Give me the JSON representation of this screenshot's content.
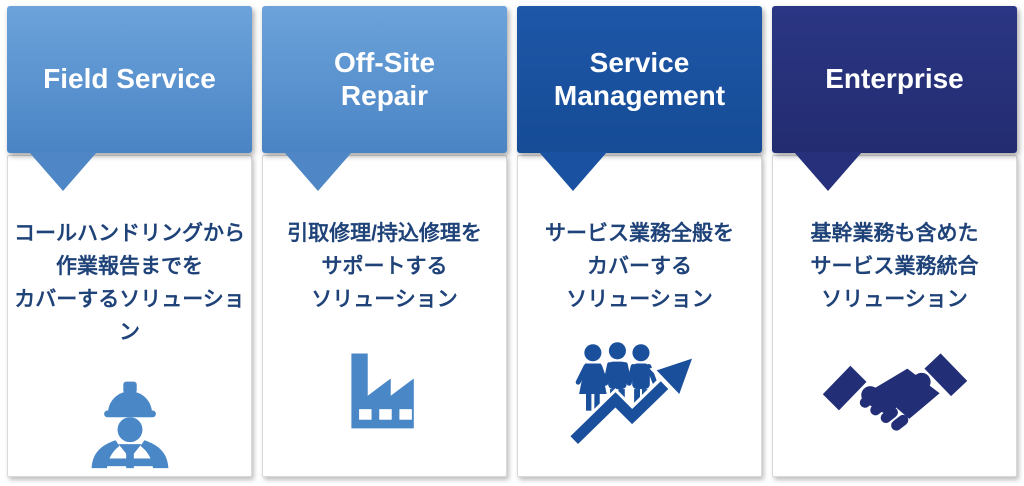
{
  "page": {
    "background": "#FFFFFF",
    "text_color": "#1F4379",
    "card_border": "#D9D9D9"
  },
  "columns": [
    {
      "id": "field-service",
      "title": "Field Service",
      "description": "コールハンドリングから\n作業報告までを\nカバーするソリューション",
      "icon": "worker-icon",
      "colors": {
        "header_top": "#6CA3DB",
        "header_bottom": "#4A84C4",
        "pointer": "#4E86C6",
        "icon": "#4A87C7"
      }
    },
    {
      "id": "off-site-repair",
      "title": "Off-Site\nRepair",
      "description": "引取修理/持込修理を\nサポートする\nソリューション",
      "icon": "factory-icon",
      "colors": {
        "header_top": "#6CA3DB",
        "header_bottom": "#4A84C4",
        "pointer": "#4E86C6",
        "icon": "#4A87C7"
      }
    },
    {
      "id": "service-management",
      "title": "Service\nManagement",
      "description": "サービス業務全般を\nカバーする\nソリューション",
      "icon": "people-growth-icon",
      "colors": {
        "header_top": "#1E57A8",
        "header_bottom": "#164C96",
        "pointer": "#1A51A0",
        "icon": "#1A4F9C"
      }
    },
    {
      "id": "enterprise",
      "title": "Enterprise",
      "description": "基幹業務も含めた\nサービス業務統合\nソリューション",
      "icon": "handshake-icon",
      "colors": {
        "header_top": "#2B3684",
        "header_bottom": "#232C70",
        "pointer": "#27307A",
        "icon": "#222E76"
      }
    }
  ]
}
